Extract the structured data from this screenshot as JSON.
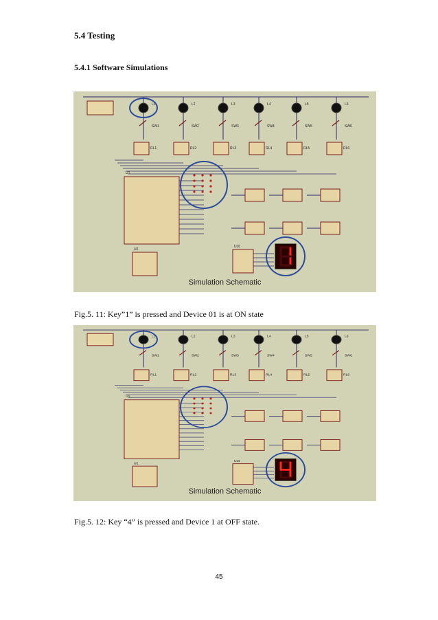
{
  "section": {
    "title": "5.4 Testing"
  },
  "subsection": {
    "title": "5.4.1 Software Simulations"
  },
  "figures": [
    {
      "schematic_title": "Simulation Schematic",
      "caption": "Fig.5. 11: Key”1” is pressed and Device 01 is at ON state",
      "display_digit": "1",
      "lamps": [
        "L1",
        "L2",
        "L3",
        "L4",
        "L5",
        "L6"
      ],
      "switches": [
        "SW1",
        "SW2",
        "SW3",
        "SW4",
        "SW5",
        "SW6"
      ],
      "relays": [
        "RL1",
        "RL2",
        "RL3",
        "RL4",
        "RL5",
        "RL6"
      ],
      "chips": [
        "U1",
        "U2",
        "U10"
      ]
    },
    {
      "schematic_title": "Simulation Schematic",
      "caption": "Fig.5. 12: Key “4” is pressed and Device 1 at OFF state.",
      "display_digit": "4",
      "lamps": [
        "L1",
        "L2",
        "L3",
        "L4",
        "L5",
        "L6"
      ],
      "switches": [
        "SW1",
        "SW2",
        "SW3",
        "SW4",
        "SW5",
        "SW6"
      ],
      "relays": [
        "RL1",
        "RL2",
        "RL3",
        "RL4",
        "RL5",
        "RL6"
      ],
      "chips": [
        "U1",
        "U2",
        "U10"
      ]
    }
  ],
  "page_number": "45",
  "colors": {
    "schematic_bg": "#d2d2b4",
    "wire": "#2b2b6a",
    "component": "#7a1e1e",
    "highlight": "#2a4a9a",
    "display_bg": "#2a0000",
    "display_seg": "#ff2a1a"
  }
}
